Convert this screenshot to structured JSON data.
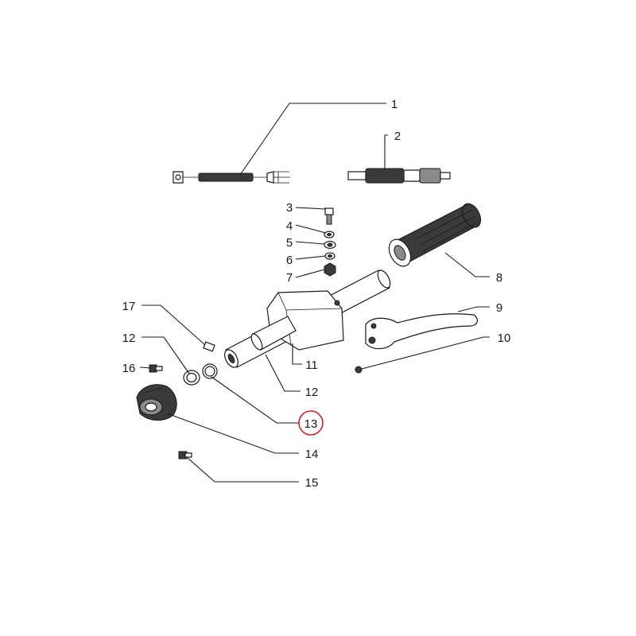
{
  "diagram": {
    "callouts": [
      {
        "id": "1",
        "label": "1"
      },
      {
        "id": "2",
        "label": "2"
      },
      {
        "id": "3",
        "label": "3"
      },
      {
        "id": "4",
        "label": "4"
      },
      {
        "id": "5",
        "label": "5"
      },
      {
        "id": "6",
        "label": "6"
      },
      {
        "id": "7",
        "label": "7"
      },
      {
        "id": "8",
        "label": "8"
      },
      {
        "id": "9",
        "label": "9"
      },
      {
        "id": "10",
        "label": "10"
      },
      {
        "id": "11",
        "label": "11"
      },
      {
        "id": "12a",
        "label": "12"
      },
      {
        "id": "12b",
        "label": "12"
      },
      {
        "id": "13",
        "label": "13",
        "highlighted": true
      },
      {
        "id": "14",
        "label": "14"
      },
      {
        "id": "15",
        "label": "15"
      },
      {
        "id": "16",
        "label": "16"
      },
      {
        "id": "17",
        "label": "17"
      }
    ],
    "highlight_color": "#d0202a"
  }
}
